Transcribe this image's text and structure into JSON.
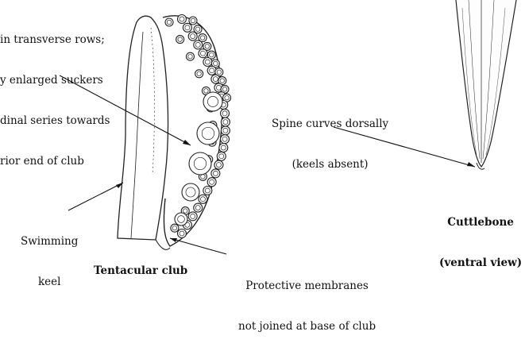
{
  "labels": {
    "sucker_note": [
      "in transverse rows;",
      "y enlarged suckers",
      "dinal series towards",
      "rior end of club"
    ],
    "spine": [
      "Spine curves dorsally",
      "(keels absent)"
    ],
    "swimming_keel": [
      "Swimming",
      "keel"
    ],
    "protective": [
      "Protective membranes",
      "not joined at base of club"
    ],
    "tentacular_club": "Tentacular club",
    "cuttlebone": [
      "Cuttlebone",
      "(ventral view)"
    ]
  }
}
